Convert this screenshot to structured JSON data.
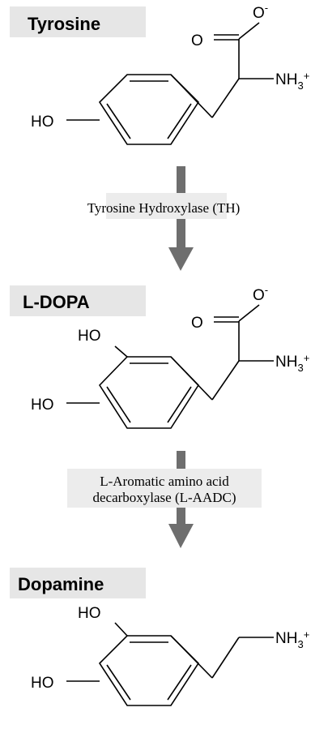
{
  "compounds": [
    {
      "label": "Tyrosine",
      "substituents": {
        "hydroxyl_para": "HO",
        "carbonyl_o": "O",
        "carboxylate_o": "O",
        "amine": "NH"
      }
    },
    {
      "label": "L-DOPA",
      "substituents": {
        "hydroxyl_meta": "HO",
        "hydroxyl_para": "HO",
        "carbonyl_o": "O",
        "carboxylate_o": "O",
        "amine": "NH"
      }
    },
    {
      "label": "Dopamine",
      "substituents": {
        "hydroxyl_meta": "HO",
        "hydroxyl_para": "HO",
        "amine": "NH"
      }
    }
  ],
  "charges": {
    "negative": "-",
    "positive": "+"
  },
  "amine_subscript": "3",
  "enzymes": [
    {
      "lines": [
        "Tyrosine Hydroxylase (TH)"
      ]
    },
    {
      "lines": [
        "L-Aromatic amino acid",
        "decarboxylase (L-AADC)"
      ]
    }
  ],
  "colors": {
    "label_box": "#e6e6e6",
    "enzyme_box": "#ececec",
    "arrow": "#6e6e6e",
    "bond": "#000000"
  }
}
